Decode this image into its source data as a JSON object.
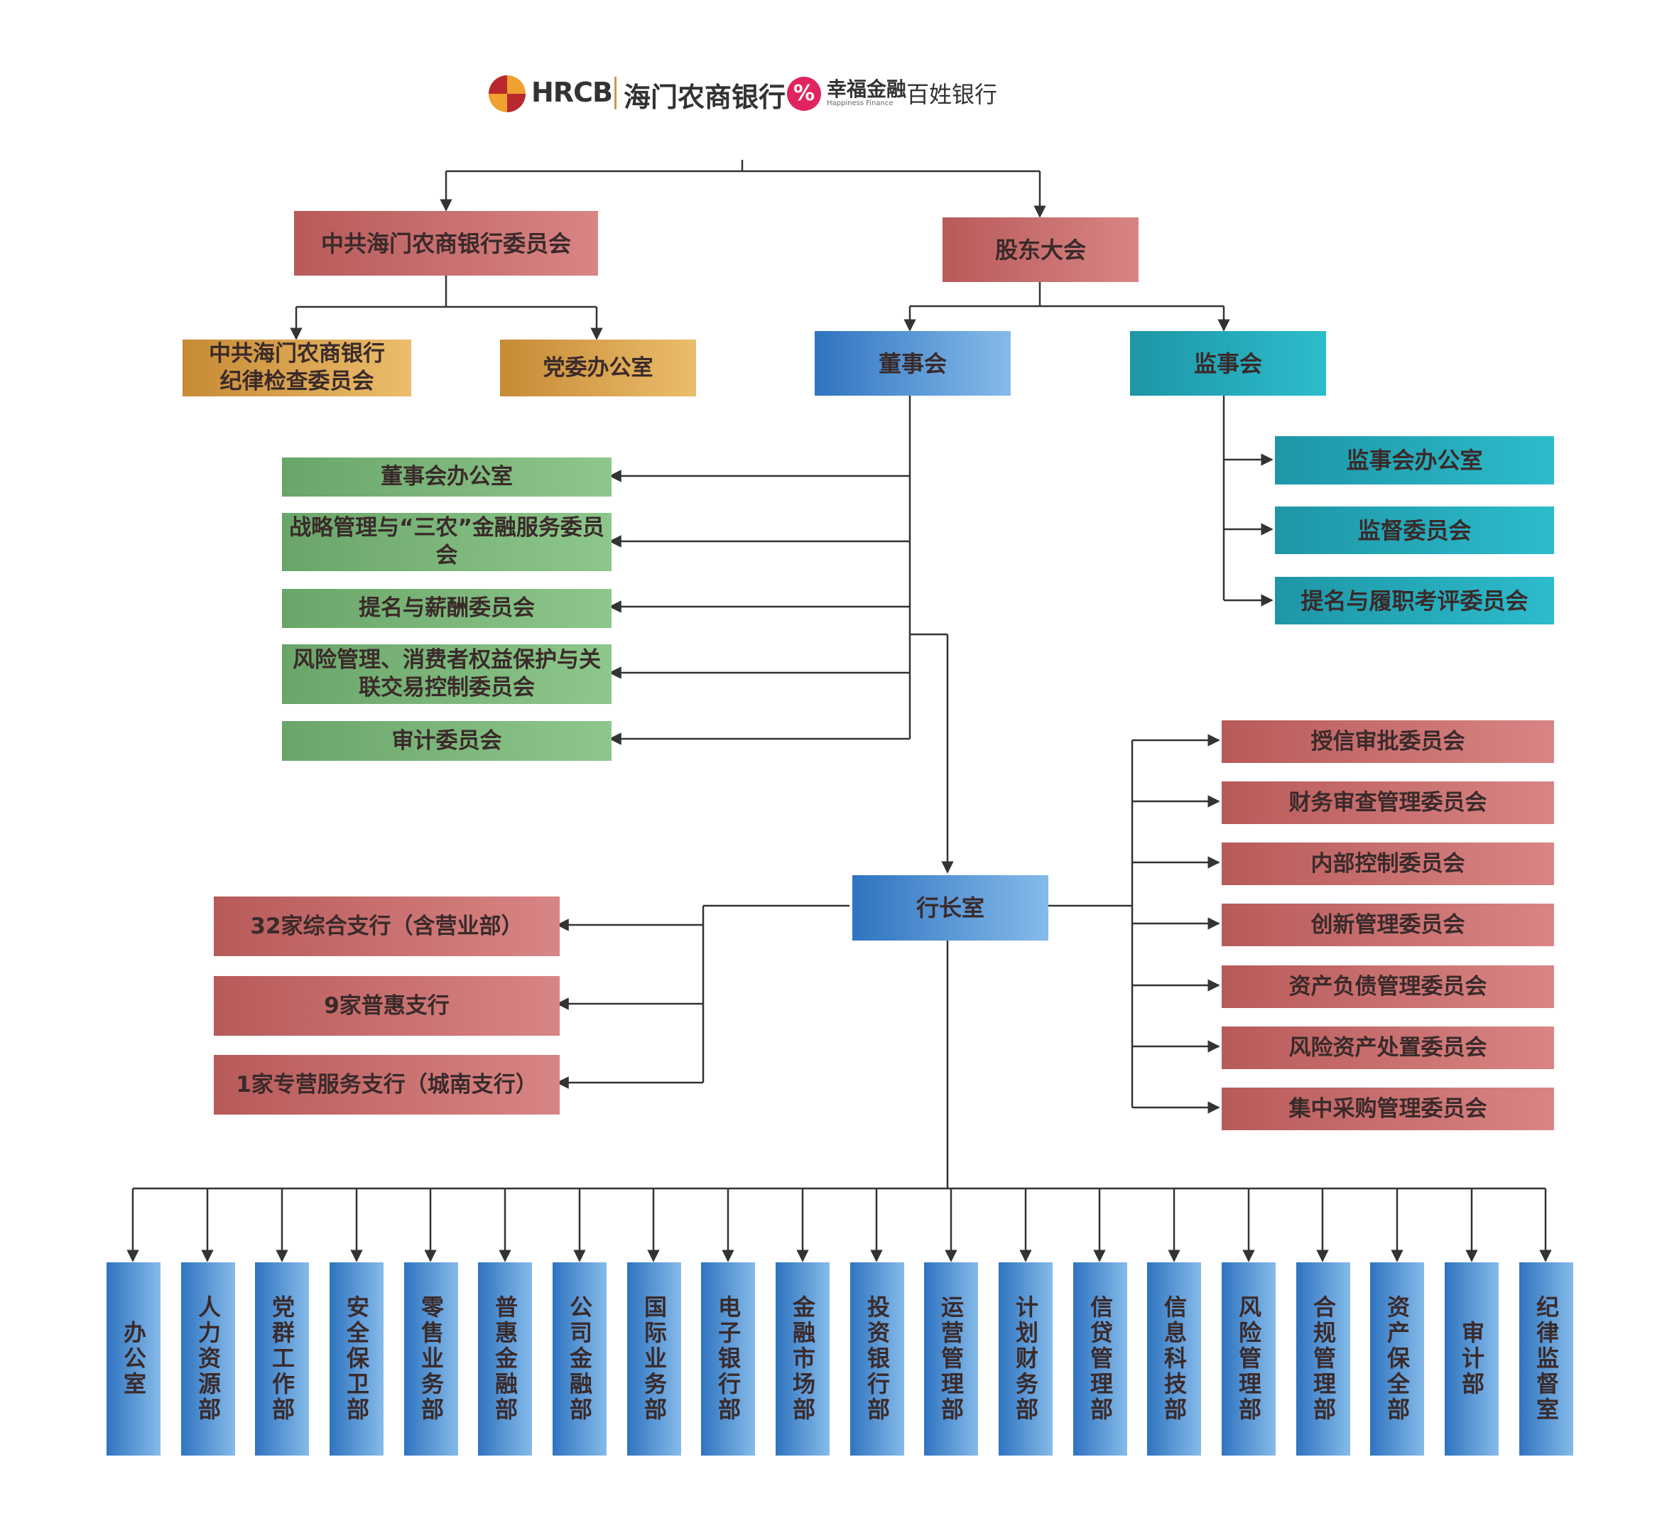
{
  "header": {
    "brand": "HRCB",
    "bank_name": "海门农商银行",
    "happiness_mark": "%",
    "happiness_cn": "幸福金融",
    "happiness_en": "Happiness Finance",
    "slogan": "百姓银行"
  },
  "top": {
    "party_committee": "中共海门农商银行委员会",
    "shareholders_meeting": "股东大会"
  },
  "party": {
    "discipline_line1": "中共海门农商银行",
    "discipline_line2": "纪律检查委员会",
    "party_office": "党委办公室"
  },
  "governance": {
    "board": "董事会",
    "supervisory_board": "监事会"
  },
  "board_committees": [
    "董事会办公室",
    "战略管理与“三农”金融服务委员会",
    "提名与薪酬委员会",
    "风险管理、消费者权益保护与关联交易控制委员会",
    "审计委员会"
  ],
  "supervisory_committees": [
    "监事会办公室",
    "监督委员会",
    "提名与履职考评委员会"
  ],
  "president_office": "行长室",
  "branches": [
    "32家综合支行（含营业部）",
    "9家普惠支行",
    "1家专营服务支行（城南支行）"
  ],
  "management_committees": [
    "授信审批委员会",
    "财务审查管理委员会",
    "内部控制委员会",
    "创新管理委员会",
    "资产负债管理委员会",
    "风险资产处置委员会",
    "集中采购管理委员会"
  ],
  "departments": [
    "办公室",
    "人力资源部",
    "党群工作部",
    "安全保卫部",
    "零售业务部",
    "普惠金融部",
    "公司金融部",
    "国际业务部",
    "电子银行部",
    "金融市场部",
    "投资银行部",
    "运营管理部",
    "计划财务部",
    "信贷管理部",
    "信息科技部",
    "风险管理部",
    "合规管理部",
    "资产保全部",
    "审计部",
    "纪律监督室"
  ],
  "colors": {
    "red_box": "#c66e6e",
    "gold_box": "#dba653",
    "blue_box": "#5a9ad8",
    "teal_box": "#25aab9",
    "green_box": "#7cb67a",
    "connector": "#333333"
  }
}
